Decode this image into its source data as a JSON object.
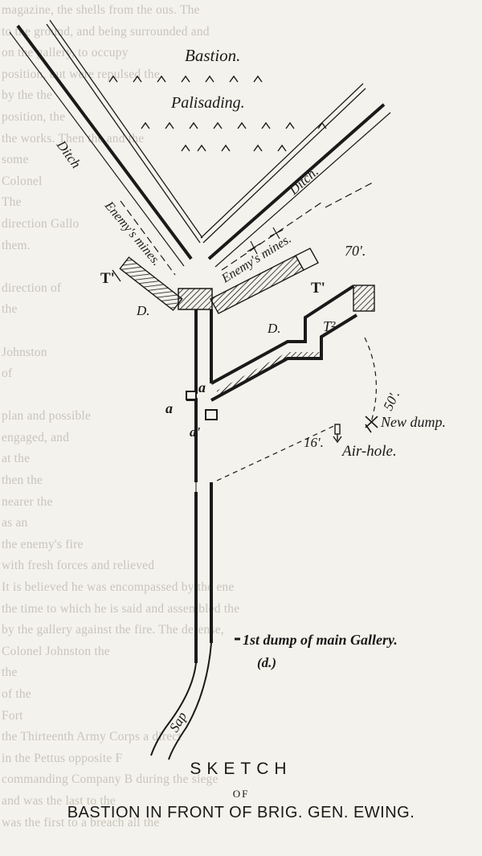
{
  "labels": {
    "bastion": "Bastion.",
    "palisading": "Palisading.",
    "ditch_left": "Ditch",
    "ditch_right": "Ditch.",
    "enemys_mines_left": "Enemy's mines.",
    "enemys_mines_right": "Enemy's mines.",
    "t_prime_left": "T'",
    "t_prime_right": "T'",
    "t_squared": "T²",
    "d_left": "D.",
    "d_right": "D.",
    "dist_70": "70'.",
    "dist_50": "50'.",
    "dist_16": "16'.",
    "new_dump": "New dump.",
    "air_hole": "Air-hole.",
    "a_upper": "a",
    "a_left": "a",
    "a_prime": "a'",
    "first_dump": "1st dump of main Gallery.",
    "d_paren": "(d.)",
    "sap": "Sap"
  },
  "caption": {
    "title": "SKETCH",
    "of": "OF",
    "subtitle": "BASTION IN FRONT OF BRIG. GEN. EWING."
  },
  "background_text_lines": [
    "magazine,                   the                  shells from the                           ous.  The",
    "                            to the ground, and being surrounded and",
    "                             on the gallery,                          to occupy",
    "                             position, but were repulsed          the",
    "                                 by the                                           the",
    "                             position, the            ",
    "                             the works.  Then the                             and the",
    "                             some                                             ",
    "                             Colonel                                           ",
    "                             The                                              ",
    "                             direction                                        Gallo",
    "                             them.                                            ",
    "                                                                              ",
    "                             direction of                         ",
    "                             the                         ",
    "                                                          ",
    "                             Johnston                                         ",
    "                             of                                               ",
    "                                                                              ",
    "               plan and                       possible     ",
    "                             engaged,  and                  ",
    "                             at the                                           ",
    "               then                             the                           ",
    "               nearer the                                                     ",
    "               as an                                                          ",
    "               the enemy's fire                                               ",
    "               with fresh forces and relieved                                 ",
    "               It is believed he was encompassed by the ene",
    "               the time to which he is said and assembled the",
    "               by the gallery against the fire.  The defense,",
    "               Colonel Johnston                                 the",
    "               the                                              ",
    "               of the                                          ",
    "               Fort                                              ",
    "               the Thirteenth Army Corps a direct",
    "               in the           Pettus                 opposite  F",
    "               commanding  Company  B  during  the  siege",
    "               and  was  the  last  to                    the",
    "               was the first to                  a breach  all  the"
  ]
}
